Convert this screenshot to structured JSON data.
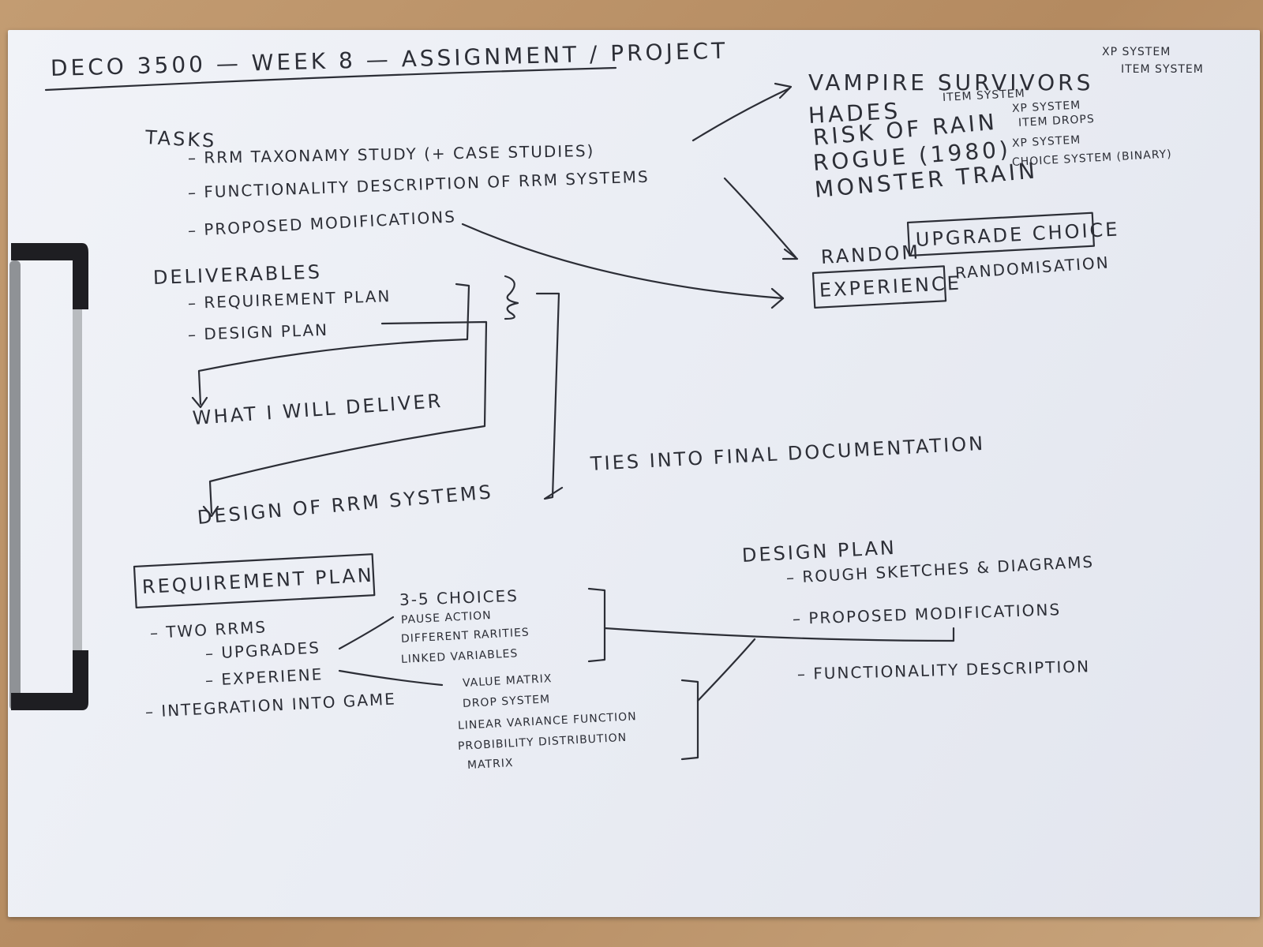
{
  "title": "DECO 3500 — WEEK 8 — ASSIGNMENT / PROJECT",
  "tasks": {
    "heading": "TASKS",
    "items": [
      "– RRM TAXONAMY STUDY (+ CASE STUDIES)",
      "– FUNCTIONALITY DESCRIPTION OF RRM SYSTEMS",
      "– PROPOSED MODIFICATIONS"
    ]
  },
  "games": {
    "items": [
      "VAMPIRE SURVIVORS",
      "HADES",
      "RISK OF RAIN",
      "ROGUE (1980)",
      "MONSTER TRAIN"
    ],
    "notes": {
      "vampire": [
        "XP SYSTEM",
        "ITEM SYSTEM"
      ],
      "hades": "ITEM SYSTEM",
      "risk": [
        "XP SYSTEM",
        "ITEM DROPS"
      ],
      "rogue": "XP SYSTEM",
      "monster": "CHOICE SYSTEM (BINARY)"
    }
  },
  "randomisation": {
    "random_label": "RANDOM",
    "upgrade_choice": "UPGRADE CHOICE",
    "experience": "EXPERIENCE",
    "randomisation_label": "RANDOMISATION"
  },
  "deliverables": {
    "heading": "DELIVERABLES",
    "items": [
      "– REQUIREMENT PLAN",
      "– DESIGN PLAN"
    ],
    "what_deliver": "WHAT I WILL DELIVER",
    "design_systems": "DESIGN OF RRM SYSTEMS",
    "ties_into": "TIES INTO FINAL DOCUMENTATION"
  },
  "requirement_plan": {
    "heading": "REQUIREMENT PLAN",
    "items": [
      "– TWO RRMS",
      "– UPGRADES",
      "– EXPERIENE",
      "– INTEGRATION INTO GAME"
    ],
    "upgrade_notes": [
      "3-5 CHOICES",
      "PAUSE ACTION",
      "DIFFERENT RARITIES",
      "LINKED VARIABLES"
    ],
    "experience_notes": [
      "VALUE MATRIX",
      "DROP SYSTEM",
      "LINEAR VARIANCE FUNCTION",
      "PROBIBILITY DISTRIBUTION",
      "MATRIX"
    ]
  },
  "design_plan": {
    "heading": "DESIGN PLAN",
    "items": [
      "– ROUGH SKETCHES & DIAGRAMS",
      "– PROPOSED MODIFICATIONS"
    ],
    "functionality": "– FUNCTIONALITY DESCRIPTION"
  },
  "colors": {
    "ink": "#2c2e36",
    "paper": "#eceef4",
    "desk": "#b8936a",
    "clip": "#1e1e22"
  }
}
